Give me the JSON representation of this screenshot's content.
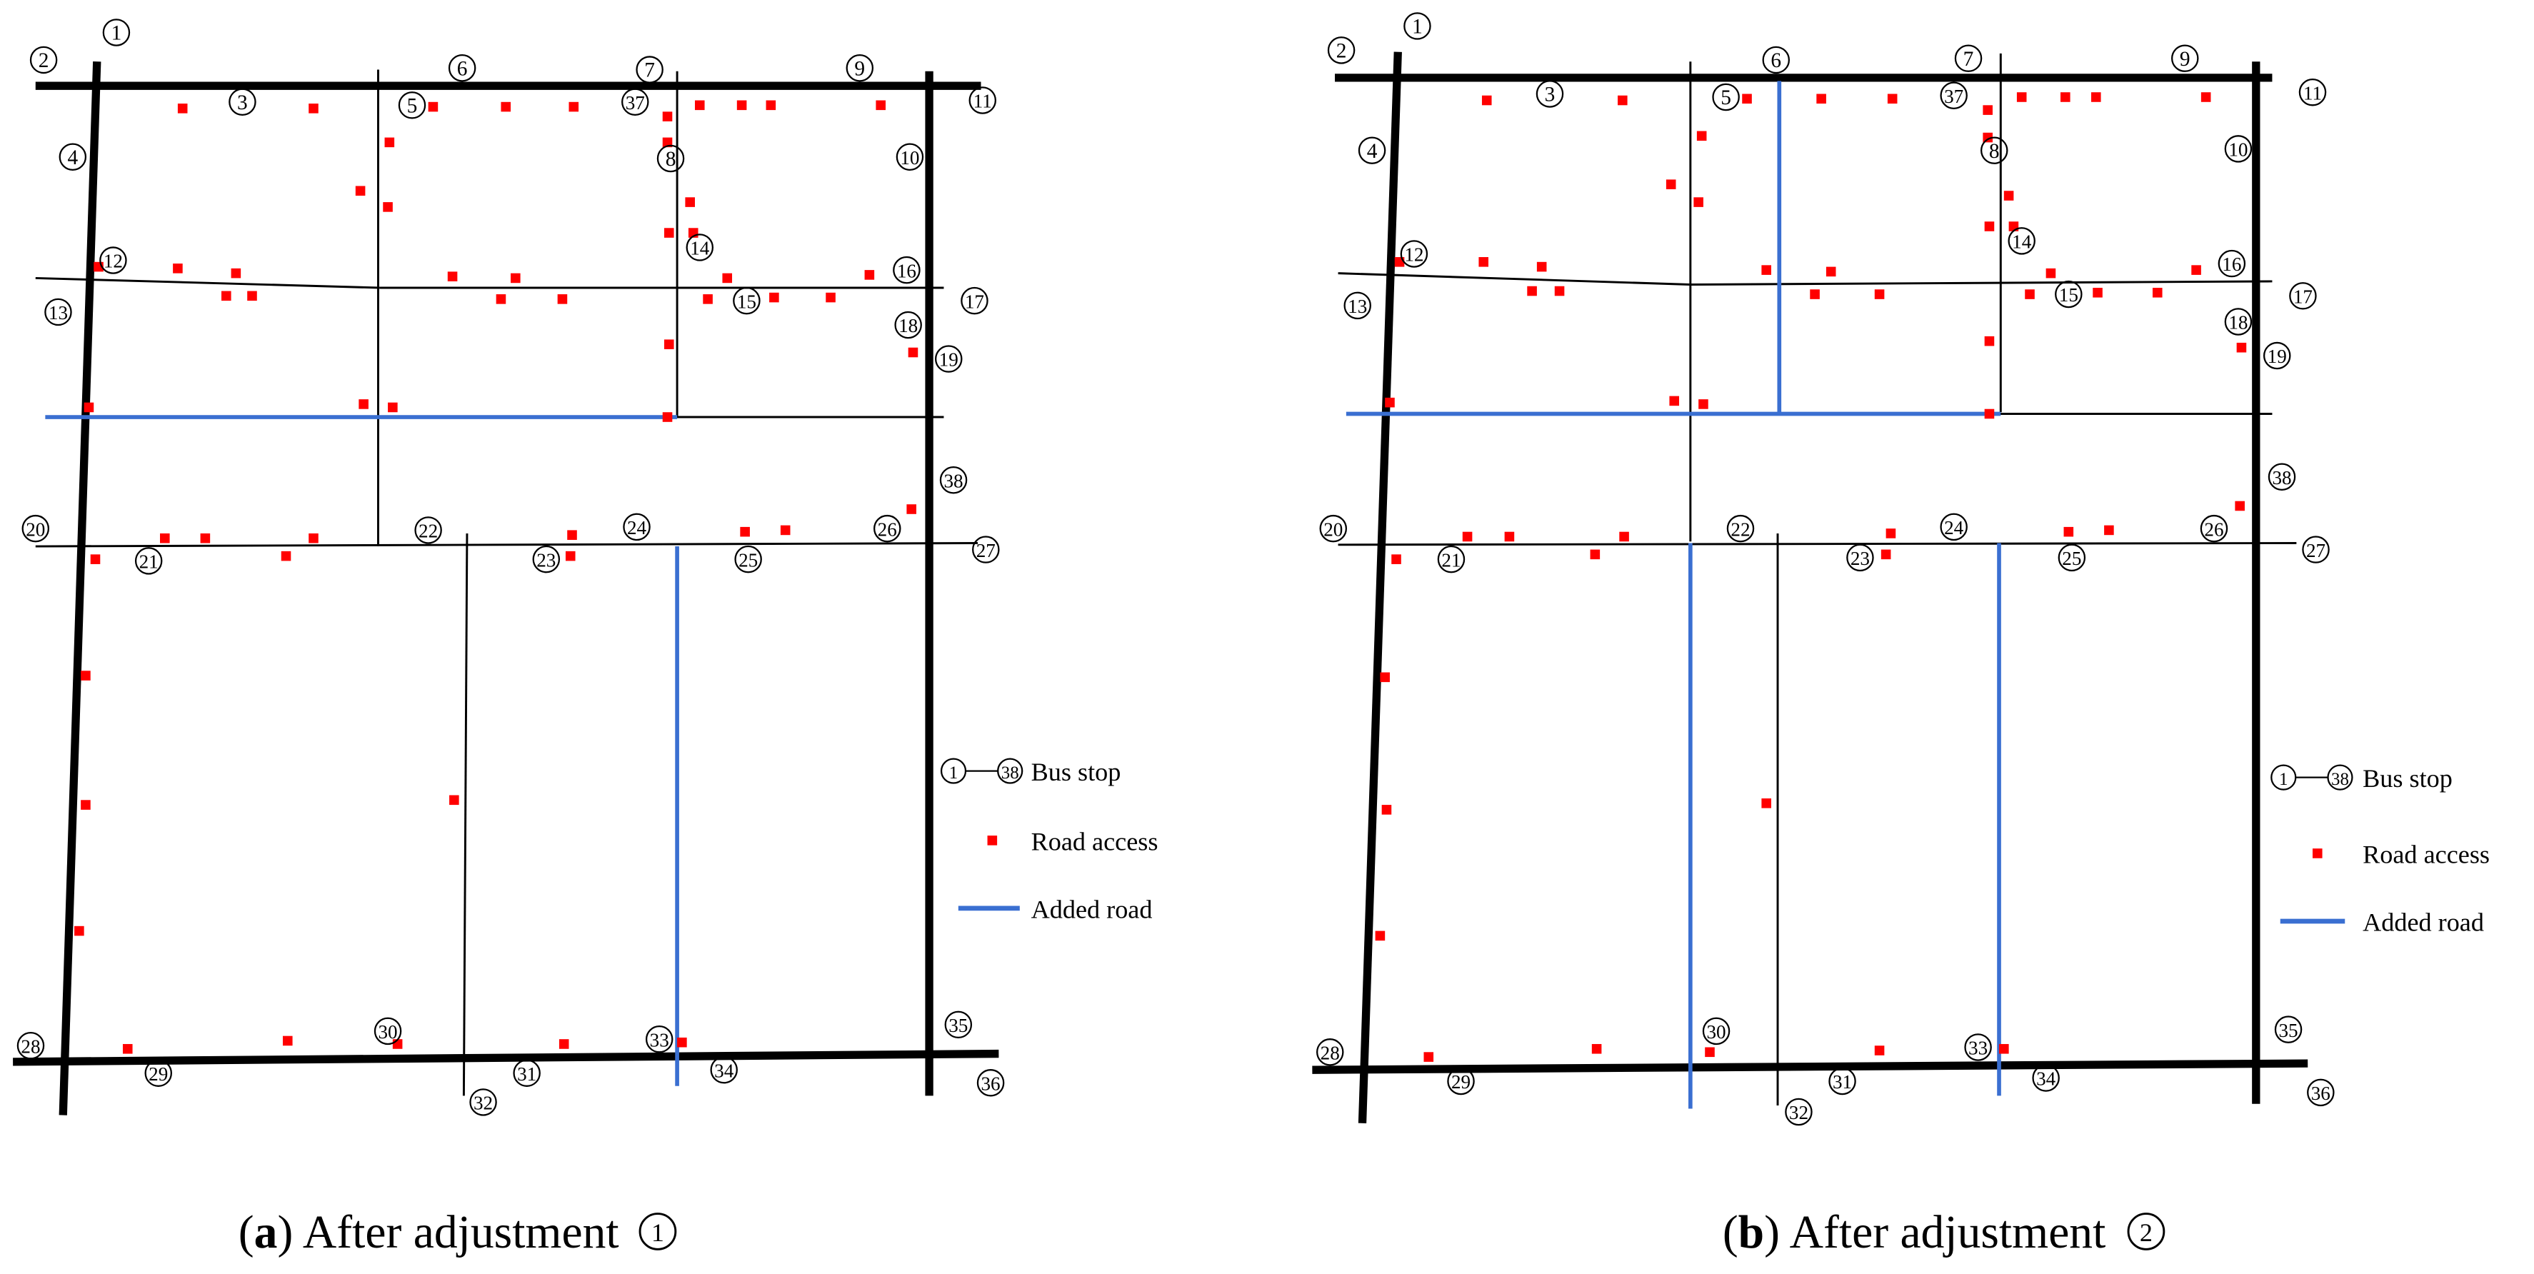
{
  "colors": {
    "background": "#ffffff",
    "road": "#000000",
    "road_access": "#ff0000",
    "added_road": "#3a6fd1",
    "stop_outline": "#000000"
  },
  "icons": {
    "bus_stop": "circled-number-icon",
    "road_access": "red-square-marker-icon",
    "added_road": "blue-line-icon"
  },
  "panels": [
    {
      "id": "a",
      "caption_letter": "a",
      "caption_text": "After adjustment",
      "caption_symbol": "1",
      "legend": {
        "bus_stop_from": "1",
        "bus_stop_to": "38",
        "bus_stop_label": "Bus stop",
        "road_access_label": "Road access",
        "added_road_label": "Added road"
      },
      "stop_labels": [
        "1",
        "2",
        "3",
        "4",
        "5",
        "6",
        "7",
        "8",
        "9",
        "10",
        "11",
        "12",
        "13",
        "14",
        "15",
        "16",
        "17",
        "18",
        "19",
        "20",
        "21",
        "22",
        "23",
        "24",
        "25",
        "26",
        "27",
        "28",
        "29",
        "30",
        "31",
        "32",
        "33",
        "34",
        "35",
        "36",
        "37",
        "38"
      ]
    },
    {
      "id": "b",
      "caption_letter": "b",
      "caption_text": "After adjustment",
      "caption_symbol": "2",
      "legend": {
        "bus_stop_from": "1",
        "bus_stop_to": "38",
        "bus_stop_label": "Bus stop",
        "road_access_label": "Road access",
        "added_road_label": "Added road"
      },
      "stop_labels": [
        "1",
        "2",
        "3",
        "4",
        "5",
        "6",
        "7",
        "8",
        "9",
        "10",
        "11",
        "12",
        "13",
        "14",
        "15",
        "16",
        "17",
        "18",
        "19",
        "20",
        "21",
        "22",
        "23",
        "24",
        "25",
        "26",
        "27",
        "28",
        "29",
        "30",
        "31",
        "32",
        "33",
        "34",
        "35",
        "36",
        "37",
        "38"
      ]
    }
  ]
}
